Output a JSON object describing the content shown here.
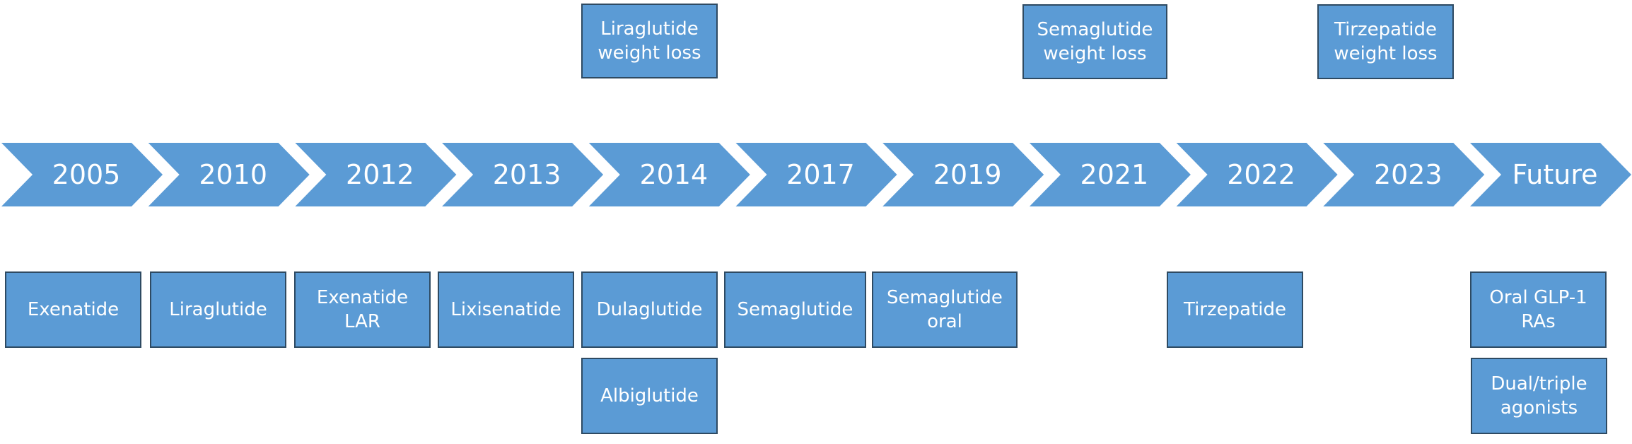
{
  "colors": {
    "fill": "#5b9bd5",
    "border": "#2e4a62",
    "text": "#ffffff"
  },
  "timeline": {
    "years": [
      "2005",
      "2010",
      "2012",
      "2013",
      "2014",
      "2017",
      "2019",
      "2021",
      "2022",
      "2023",
      "Future"
    ]
  },
  "above": {
    "liraglutide_weight_loss": "Liraglutide\nweight loss",
    "semaglutide_weight_loss": "Semaglutide\nweight loss",
    "tirzepatide_weight_loss": "Tirzepatide\nweight loss"
  },
  "below": {
    "exenatide": "Exenatide",
    "liraglutide": "Liraglutide",
    "exenatide_lar": "Exenatide\nLAR",
    "lixisenatide": "Lixisenatide",
    "dulaglutide": "Dulaglutide",
    "albiglutide": "Albiglutide",
    "semaglutide": "Semaglutide",
    "semaglutide_oral": "Semaglutide\noral",
    "tirzepatide": "Tirzepatide",
    "oral_glp1_ras": "Oral GLP-1\nRAs",
    "dual_triple_agonists": "Dual/triple\nagonists"
  }
}
